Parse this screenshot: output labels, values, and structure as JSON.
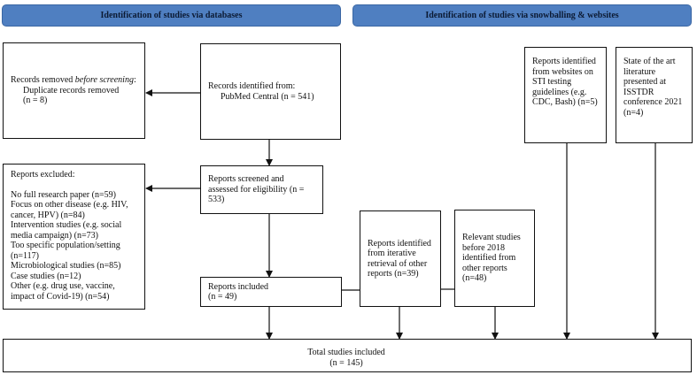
{
  "headers": {
    "databases": "Identification of studies via databases",
    "snowballing": "Identification of studies via snowballing & websites"
  },
  "records_removed": {
    "line1_prefix": "Records removed ",
    "line1_italic": "before screening",
    "line1_suffix": ":",
    "line2": "Duplicate records removed",
    "line3": "(n = 8)"
  },
  "records_identified": {
    "line1": "Records identified from:",
    "line2": "PubMed Central (n = 541)"
  },
  "reports_screened": {
    "text": "Reports screened and assessed for eligibility (n = 533)"
  },
  "reports_excluded": {
    "title": "Reports excluded:",
    "items": [
      "No full research paper (n=59)",
      "Focus on other disease (e.g. HIV, cancer, HPV) (n=84)",
      "Intervention studies (e.g. social media campaign) (n=73)",
      "Too specific population/setting (n=117)",
      "Microbiological studies  (n=85)",
      "Case studies (n=12)",
      "Other (e.g. drug use, vaccine, impact of Covid-19) (n=54)"
    ]
  },
  "reports_included": {
    "line1": "Reports included",
    "line2": "(n = 49)"
  },
  "iterative": {
    "text": "Reports identified from iterative retrieval of other reports (n=39)"
  },
  "relevant": {
    "text": "Relevant studies before 2018 identified from other reports (n=48)"
  },
  "websites": {
    "text": "Reports identified from websites on STI testing guidelines (e.g. CDC, Bash) (n=5)"
  },
  "state_of_art": {
    "text": "State of the art literature presented at ISSTDR conference 2021 (n=4)"
  },
  "total": {
    "line1": "Total studies included",
    "line2": "(n = 145)"
  },
  "colors": {
    "header_fill": "#4f7fc1",
    "line": "#111111"
  }
}
